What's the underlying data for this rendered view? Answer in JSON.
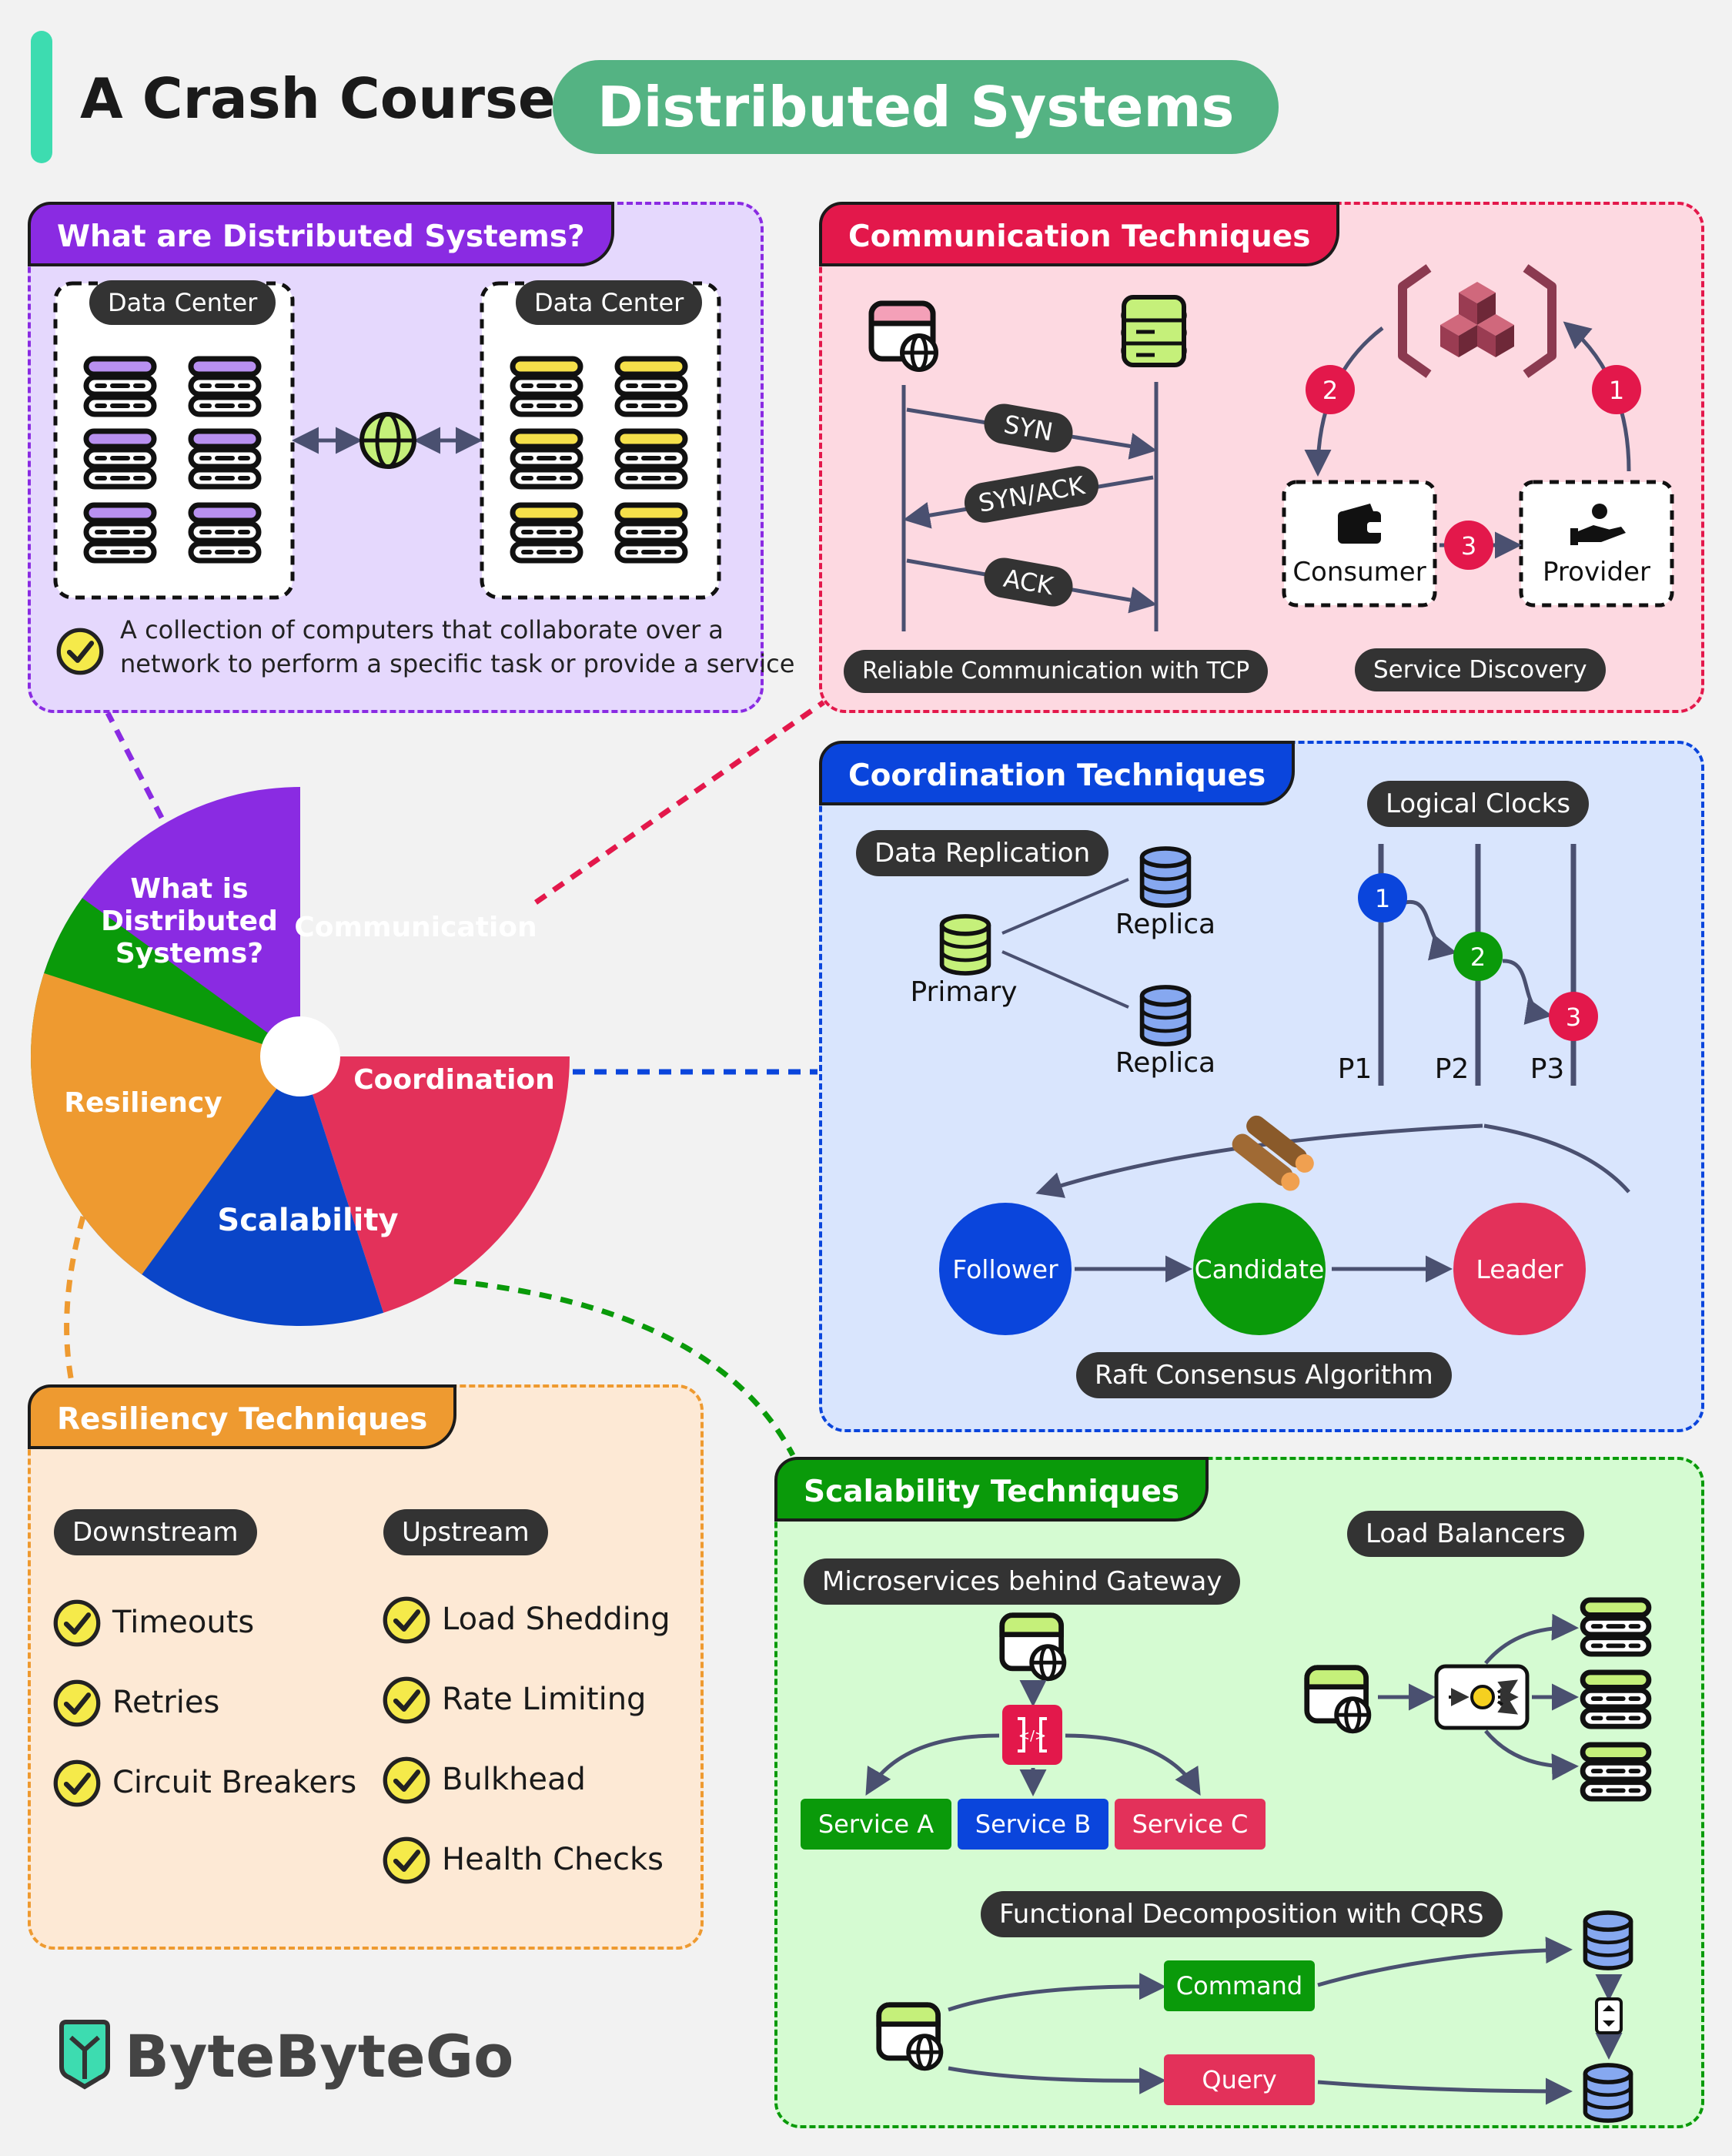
{
  "header": {
    "title_prefix": "A Crash Course on",
    "title_highlight": "Distributed Systems"
  },
  "colors": {
    "purple": "#8a2be2",
    "red": "#e3184b",
    "blue": "#0a45dc",
    "orange": "#ee9a30",
    "green": "#0a9a0a",
    "teal": "#3ddcb0",
    "title_green": "#54b383"
  },
  "what": {
    "tab": "What are Distributed Systems?",
    "dc_left": "Data Center",
    "dc_right": "Data Center",
    "desc_line1": "A collection of computers that collaborate over a",
    "desc_line2": "network to perform a specific task or provide a service",
    "icons": [
      "server-icon",
      "globe-icon",
      "check-icon"
    ]
  },
  "comm": {
    "tab": "Communication Techniques",
    "syn": "SYN",
    "synack": "SYN/ACK",
    "ack": "ACK",
    "tcp_label": "Reliable Communication with TCP",
    "consumer": "Consumer",
    "provider": "Provider",
    "sd_label": "Service Discovery",
    "step1": "1",
    "step2": "2",
    "step3": "3",
    "icons": [
      "client-globe-icon",
      "server-icon",
      "registry-cubes-icon",
      "wallet-icon",
      "hand-icon"
    ]
  },
  "coord": {
    "tab": "Coordination Techniques",
    "replication_label": "Data Replication",
    "primary": "Primary",
    "replica1": "Replica",
    "replica2": "Replica",
    "logical_clocks": "Logical Clocks",
    "p1": "P1",
    "p2": "P2",
    "p3": "P3",
    "e1": "1",
    "e2": "2",
    "e3": "3",
    "follower": "Follower",
    "candidate": "Candidate",
    "leader": "Leader",
    "raft_label": "Raft Consensus Algorithm",
    "icons": [
      "database-icon",
      "logs-icon"
    ]
  },
  "pie": {
    "slices": [
      {
        "label_lines": [
          "What is",
          "Distributed",
          "Systems?"
        ],
        "start": 0,
        "end": 90,
        "color": "#8a2be2"
      },
      {
        "label_lines": [
          "Communication"
        ],
        "start": 90,
        "end": 162,
        "color": "#e3315a"
      },
      {
        "label_lines": [
          "Coordination"
        ],
        "start": 162,
        "end": 234,
        "color": "#0a45c8"
      },
      {
        "label_lines": [
          "Scalability"
        ],
        "start": 234,
        "end": 306,
        "color": "#0a9a0a"
      },
      {
        "label_lines": [
          "Resiliency"
        ],
        "start": 306,
        "end": 360,
        "color": "#ee9a30"
      }
    ]
  },
  "resil": {
    "tab": "Resiliency Techniques",
    "downstream": "Downstream",
    "upstream": "Upstream",
    "down_items": [
      "Timeouts",
      "Retries",
      "Circuit Breakers"
    ],
    "up_items": [
      "Load Shedding",
      "Rate Limiting",
      "Bulkhead",
      "Health Checks"
    ]
  },
  "scal": {
    "tab": "Scalability Techniques",
    "gateway_label": "Microservices behind Gateway",
    "service_a": "Service A",
    "service_b": "Service B",
    "service_c": "Service C",
    "lb_label": "Load Balancers",
    "cqrs_label": "Functional Decomposition with CQRS",
    "command": "Command",
    "query": "Query",
    "icons": [
      "client-globe-icon",
      "gateway-icon",
      "load-balancer-icon",
      "server-icon",
      "database-icon",
      "sync-icon"
    ]
  },
  "brand": {
    "name": "ByteByteGo"
  }
}
